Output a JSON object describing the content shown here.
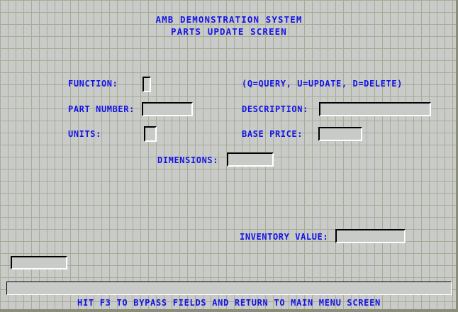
{
  "header": {
    "line1": "AMB DEMONSTRATION SYSTEM",
    "line2": "PARTS UPDATE SCREEN"
  },
  "colors": {
    "text_blue": "#1414e6",
    "background": "#c9cbc9",
    "grid_line": "#a8ab96",
    "field_shadow_dark": "#000000",
    "field_shadow_light": "#ffffff"
  },
  "form": {
    "function": {
      "label": "FUNCTION:",
      "value": "",
      "hint": "(Q=QUERY, U=UPDATE, D=DELETE)"
    },
    "part_number": {
      "label": "PART NUMBER:",
      "value": ""
    },
    "description": {
      "label": "DESCRIPTION:",
      "value": ""
    },
    "units": {
      "label": "UNITS:",
      "value": ""
    },
    "base_price": {
      "label": "BASE PRICE:",
      "value": ""
    },
    "dimensions": {
      "label": "DIMENSIONS:",
      "value": ""
    },
    "inventory_value": {
      "label": "INVENTORY VALUE:",
      "value": ""
    },
    "unlabeled_field": {
      "value": ""
    }
  },
  "status": {
    "message_field_value": "",
    "message": "HIT F3 TO BYPASS FIELDS AND RETURN TO MAIN MENU SCREEN"
  }
}
